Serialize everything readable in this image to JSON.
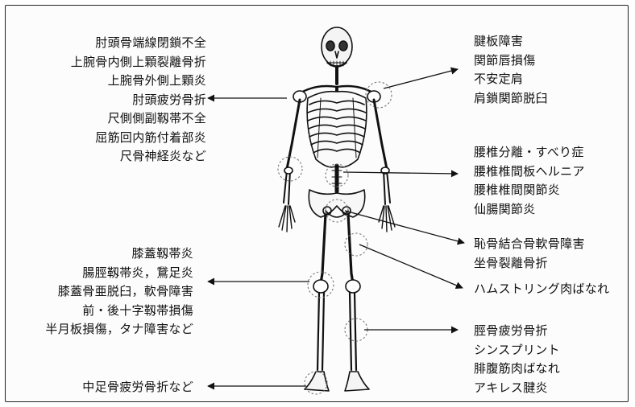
{
  "groups": {
    "elbow": [
      "肘頭骨端線閉鎖不全",
      "上腕骨内側上顆裂離骨折",
      "上腕骨外側上顆炎",
      "肘頭疲労骨折",
      "尺側側副靱帯不全",
      "屈筋回内筋付着部炎",
      "尺骨神経炎など"
    ],
    "shoulder": [
      "腱板障害",
      "関節唇損傷",
      "不安定肩",
      "肩鎖関節脱臼"
    ],
    "lumbar": [
      "腰椎分離・すべり症",
      "腰椎椎間板ヘルニア",
      "腰椎椎間関節炎",
      "仙腸関節炎"
    ],
    "pubic": [
      "恥骨結合骨軟骨障害",
      "坐骨裂離骨折"
    ],
    "hamstring": [
      "ハムストリング肉ばなれ"
    ],
    "knee": [
      "膝蓋靱帯炎",
      "腸脛靱帯炎，鵞足炎",
      "膝蓋骨亜脱臼，軟骨障害",
      "前・後十字靱帯損傷",
      "半月板損傷，タナ障害など"
    ],
    "lowerleg": [
      "脛骨疲労骨折",
      "シンスプリント",
      "腓腹筋肉ばなれ",
      "アキレス腱炎"
    ],
    "foot": [
      "中足骨疲労骨折など"
    ]
  }
}
